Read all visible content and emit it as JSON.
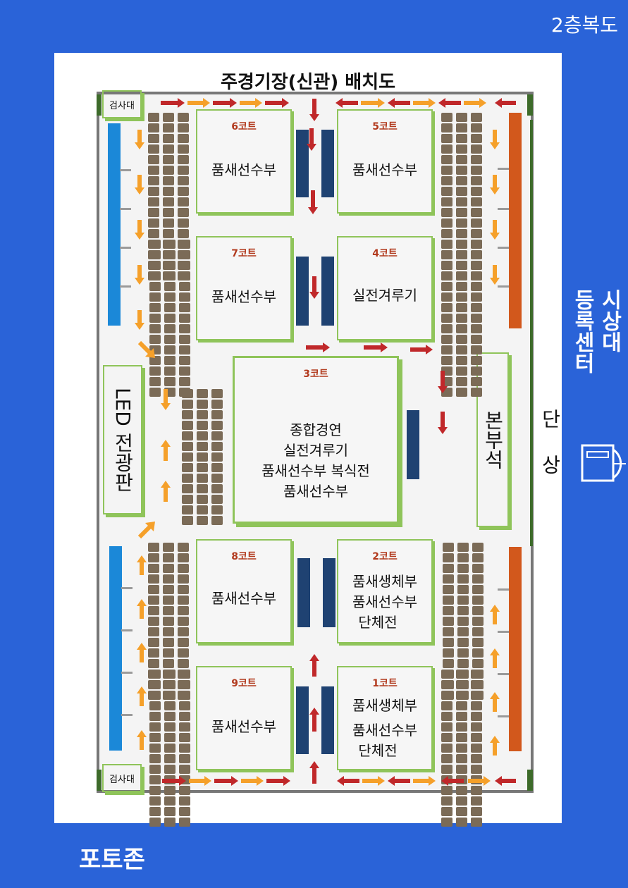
{
  "corner_label": "2층복도",
  "photo_zone": "포토존",
  "registration": {
    "line1": "시상대",
    "line2": "등록센터"
  },
  "title": "주경기장(신관) 배치도",
  "inspection_top": "검사대",
  "inspection_bottom": "검사대",
  "led_board": "LED 전광판",
  "hq_seat": "본부석",
  "podium": "단 상",
  "courts": [
    {
      "label": "6코트",
      "lines": [
        "품새선수부"
      ]
    },
    {
      "label": "5코트",
      "lines": [
        "품새선수부"
      ]
    },
    {
      "label": "7코트",
      "lines": [
        "품새선수부"
      ]
    },
    {
      "label": "4코트",
      "lines": [
        "실전겨루기"
      ]
    },
    {
      "label": "3코트",
      "lines": [
        "종합경연",
        "실전겨루기",
        "품새선수부 복식전",
        "품새선수부"
      ]
    },
    {
      "label": "8코트",
      "lines": [
        "품새선수부"
      ]
    },
    {
      "label": "2코트",
      "lines": [
        "품새생체부",
        "품새선수부",
        "단체전"
      ]
    },
    {
      "label": "9코트",
      "lines": [
        "품새선수부"
      ]
    },
    {
      "label": "1코트",
      "lines": [
        "품새생체부",
        "품새선수부",
        "단체전"
      ]
    }
  ],
  "colors": {
    "background": "#2a63d8",
    "court_border": "#8fc45a",
    "court_label": "#b23a1e",
    "net": "#1f4272",
    "arrow_red": "#c0282a",
    "arrow_orange": "#f5a02a",
    "led_bar": "#1b88d8",
    "podium_bar": "#d2581c",
    "seat": "#7b6b57"
  },
  "icons": {
    "registration_desk": "desk-icon"
  }
}
